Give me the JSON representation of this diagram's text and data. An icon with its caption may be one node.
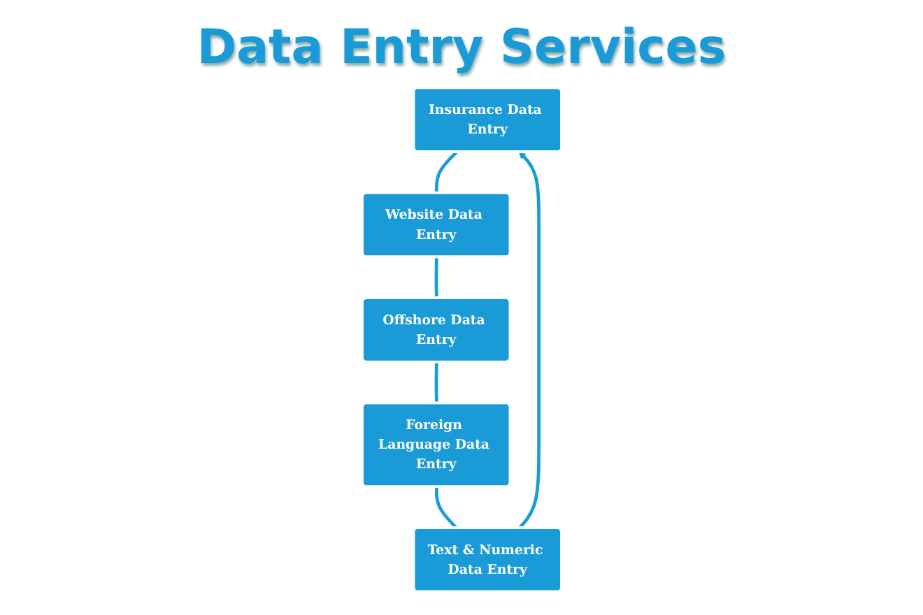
{
  "diagram": {
    "title": "Data Entry Services",
    "nodes": [
      {
        "text": [
          "Insurance Data Entry"
        ]
      },
      {
        "text": [
          "Website Data Entry"
        ]
      },
      {
        "text": [
          "Offshore Data Entry"
        ]
      },
      {
        "text": [
          "Foreign Language Data Entry"
        ]
      },
      {
        "text": [
          "Text & Numeric Data Entry"
        ]
      }
    ],
    "edges": [
      {
        "from": 0,
        "to": 1,
        "arrow": "none"
      },
      {
        "from": 1,
        "to": 2,
        "arrow": "none"
      },
      {
        "from": 2,
        "to": 3,
        "arrow": "none"
      },
      {
        "from": 3,
        "to": 4,
        "arrow": "none"
      },
      {
        "from": 4,
        "to": 0,
        "arrow": "to"
      }
    ]
  }
}
